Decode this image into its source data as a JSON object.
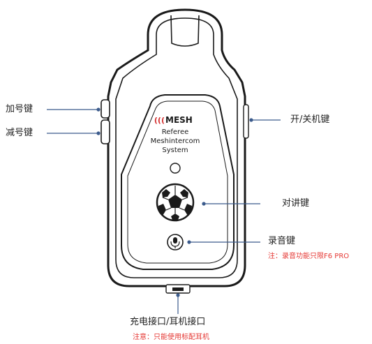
{
  "device": {
    "brand_prefix": "((( ",
    "brand_name": "MESH",
    "product_lines": [
      "Referee",
      "Meshintercom",
      "System"
    ]
  },
  "callouts": {
    "volume_up": "加号键",
    "volume_down": "减号键",
    "power": "开/关机键",
    "talk": "对讲键",
    "record": "录音键",
    "record_note": "注：录音功能只限F6 PRO",
    "port": "充电接口/耳机接口",
    "port_note": "注意：只能使用标配耳机"
  },
  "colors": {
    "outline": "#1a1a1a",
    "leader_line": "#3b5b8c",
    "note_text": "#e53935",
    "brand": "#d32f2f"
  },
  "icons": [
    "microphone-icon",
    "soccer-ball-icon",
    "led-indicator"
  ]
}
